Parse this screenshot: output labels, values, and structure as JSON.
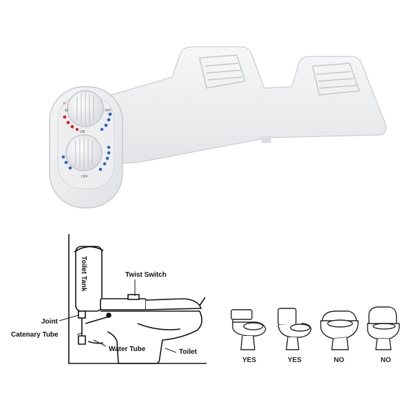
{
  "product": {
    "dial_top": {
      "markers": [
        "H",
        "W",
        "OFF",
        "ON"
      ]
    },
    "dial_bottom": {
      "markers": [
        "OFF"
      ]
    }
  },
  "installation": {
    "labels": {
      "tank": "Toilet Tank",
      "switch": "Twist Switch",
      "joint": "Joint",
      "catenary": "Catenary Tube",
      "water": "Water Tube",
      "toilet": "Toilet"
    }
  },
  "compatibility": [
    {
      "icon": "close-coupled-toilet-icon",
      "verdict": "YES"
    },
    {
      "icon": "tall-tank-toilet-icon",
      "verdict": "YES"
    },
    {
      "icon": "tankless-toilet-icon",
      "verdict": "NO"
    },
    {
      "icon": "compact-smart-toilet-icon",
      "verdict": "NO"
    }
  ],
  "colors": {
    "hot": "#d8252c",
    "cold": "#2f63c8",
    "line": "#111111",
    "panel": "#eceef0"
  }
}
